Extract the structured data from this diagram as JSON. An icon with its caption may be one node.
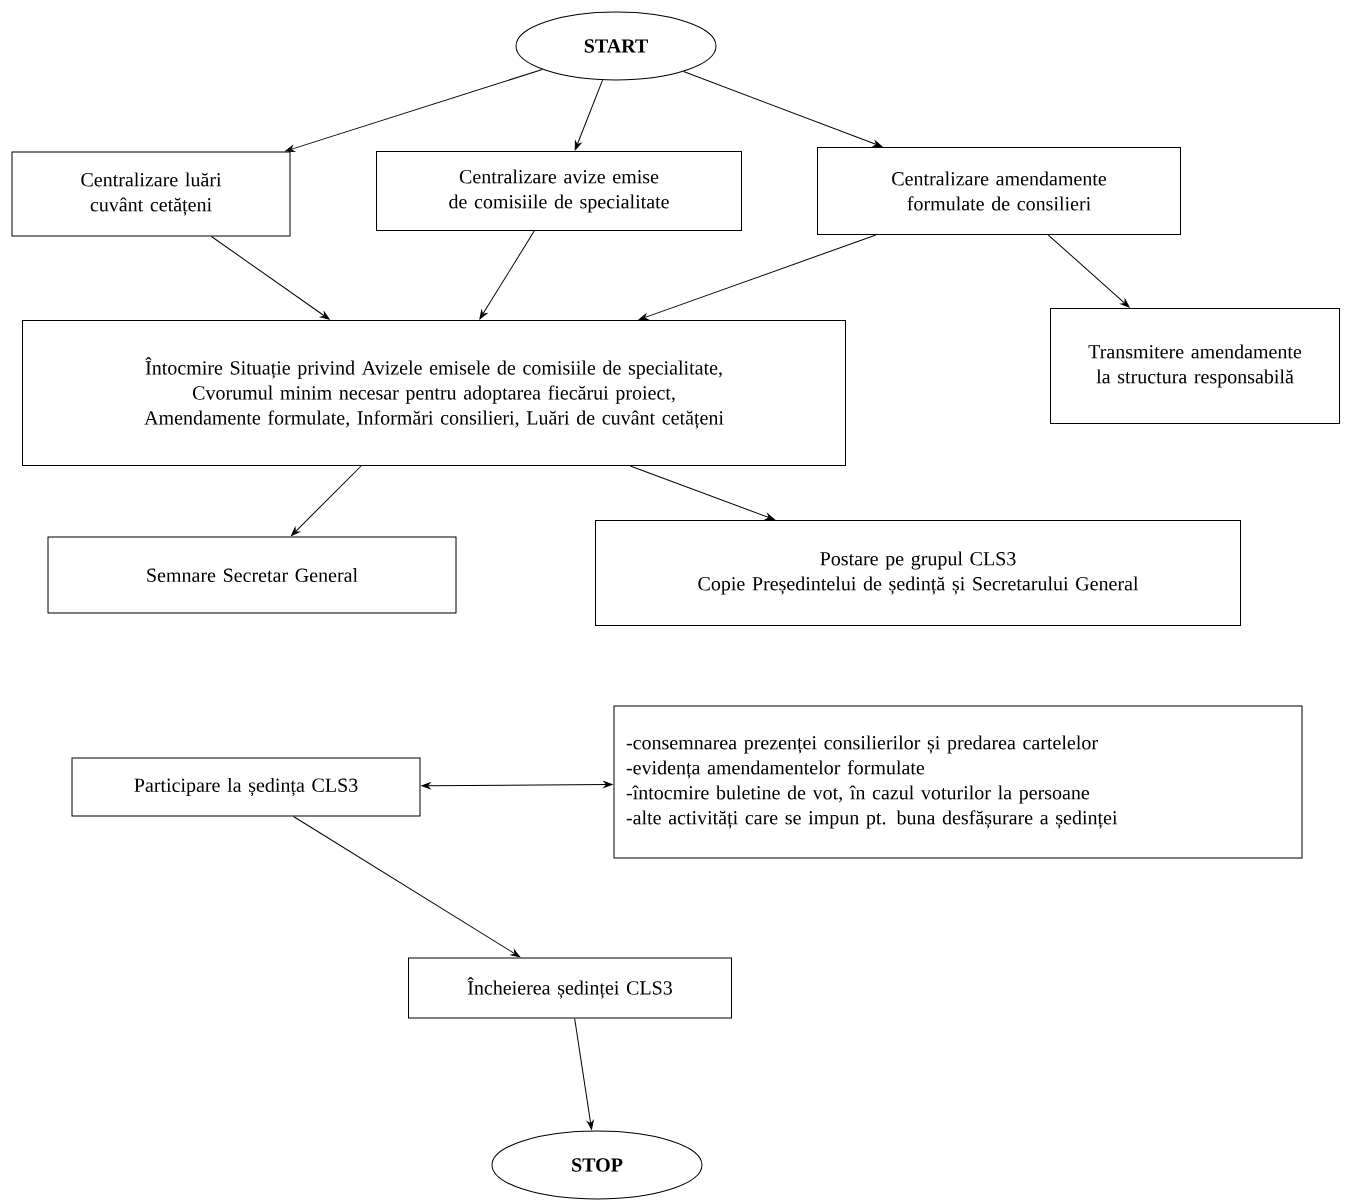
{
  "diagram": {
    "nodes": [
      {
        "text": [
          "START"
        ]
      },
      {
        "text": [
          "Centralizare luări cuvânt cetățeni"
        ]
      },
      {
        "text": [
          "Centralizare avize emise de comisiile de specialitate"
        ]
      },
      {
        "text": [
          "Centralizare amendamente formulate de consilieri"
        ]
      },
      {
        "text": [
          "Întocmire Situație privind Avizele emisele de comisiile de specialitate, Cvorumul minim necesar pentru adoptarea fiecărui proiect, Amendamente formulate, Informări consilieri, Luări de cuvânt cetățeni"
        ]
      },
      {
        "text": [
          "Transmitere amendamente la structura responsabilă"
        ]
      },
      {
        "text": [
          "Semnare Secretar General"
        ]
      },
      {
        "text": [
          "Postare pe grupul CLS3",
          "Copie Președintelui de ședință și Secretarului General"
        ]
      },
      {
        "text": [
          "Participare la ședința CLS3"
        ]
      },
      {
        "text": [
          "-consemnarea prezenței consilierilor și predarea cartelelor",
          "-evidența amendamentelor formulate",
          "-întocmire buletine de vot, în cazul voturilor la persoane",
          "-alte activități care se impun pt. buna desfășurare a ședinței"
        ]
      },
      {
        "text": [
          "Încheierea ședinței CLS3"
        ]
      },
      {
        "text": [
          "STOP"
        ]
      }
    ],
    "edges": [
      {
        "from": 0,
        "to": 1,
        "arrow": "to"
      },
      {
        "from": 0,
        "to": 2,
        "arrow": "to"
      },
      {
        "from": 0,
        "to": 3,
        "arrow": "to"
      },
      {
        "from": 1,
        "to": 4,
        "arrow": "to"
      },
      {
        "from": 2,
        "to": 4,
        "arrow": "to"
      },
      {
        "from": 3,
        "to": 4,
        "arrow": "to"
      },
      {
        "from": 3,
        "to": 5,
        "arrow": "to"
      },
      {
        "from": 4,
        "to": 6,
        "arrow": "to"
      },
      {
        "from": 4,
        "to": 7,
        "arrow": "to"
      },
      {
        "from": 8,
        "to": 9,
        "arrow": "both"
      },
      {
        "from": 8,
        "to": 10,
        "arrow": "to"
      },
      {
        "from": 10,
        "to": 11,
        "arrow": "to"
      }
    ]
  }
}
